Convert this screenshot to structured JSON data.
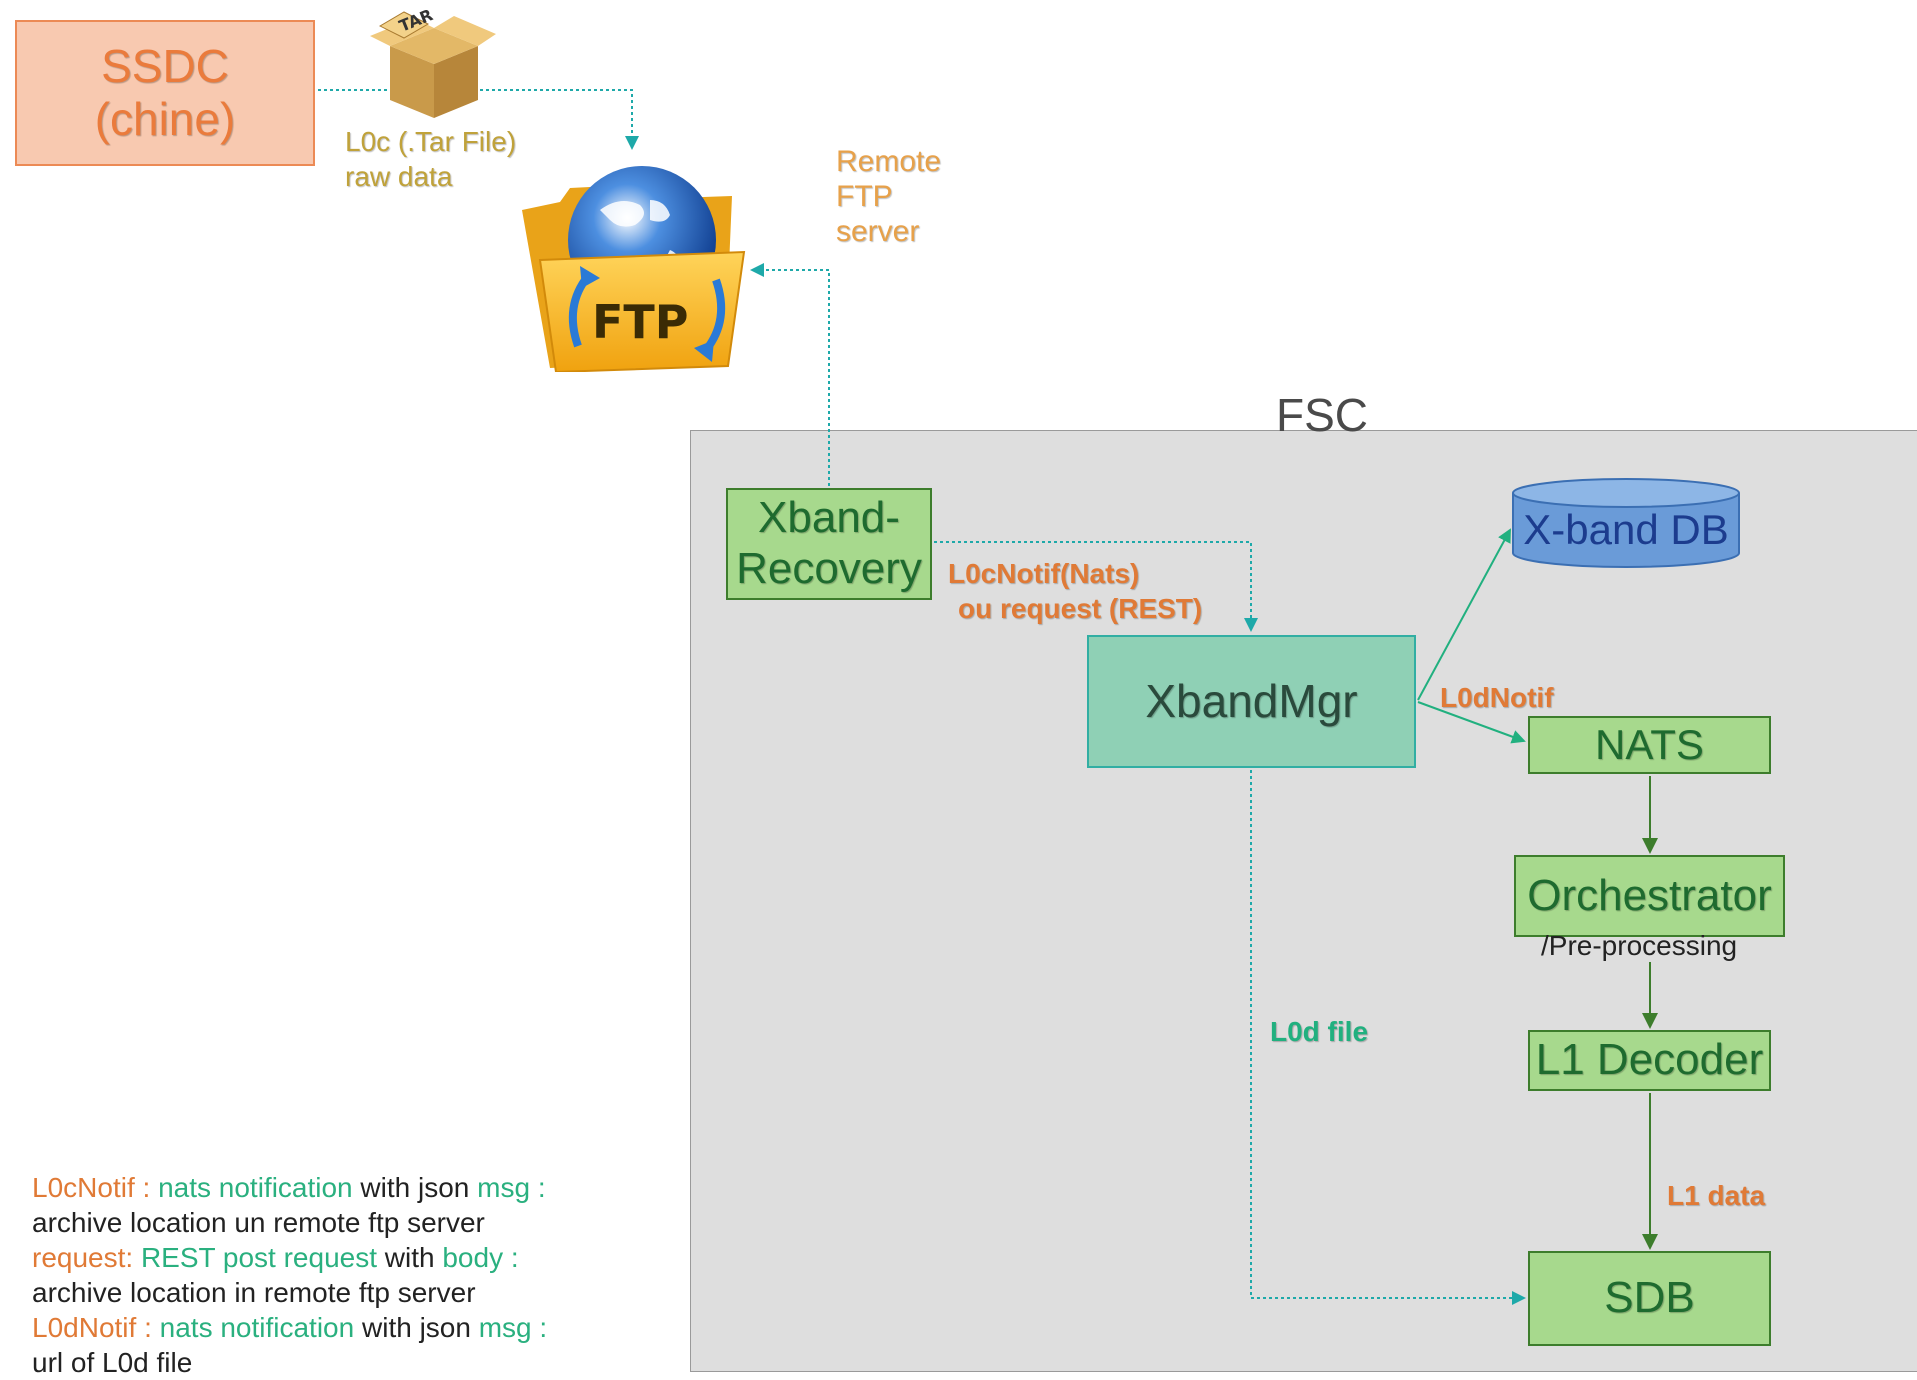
{
  "ssdc": {
    "line1": "SSDC",
    "line2": "(chine)"
  },
  "tar_icon": {
    "label": "TAR"
  },
  "l0c_label": {
    "line1": "L0c (.Tar File)",
    "line2": "raw data"
  },
  "ftp_icon": {
    "label": "FTP"
  },
  "remote_ftp_label": {
    "line1": "Remote",
    "line2": "FTP",
    "line3": "server"
  },
  "fsc": {
    "title": "FSC"
  },
  "nodes": {
    "xband_recovery": {
      "line1": "Xband-",
      "line2": "Recovery"
    },
    "xbandmgr": "XbandMgr",
    "xband_db": "X-band DB",
    "nats": "NATS",
    "orchestrator": "Orchestrator",
    "preprocessing": "/Pre-processing",
    "l1_decoder": "L1 Decoder",
    "sdb": "SDB"
  },
  "edge_labels": {
    "l0cnotif": {
      "line1": "L0cNotif(Nats)",
      "line2": "ou request (REST)"
    },
    "l0dnotif": "L0dNotif",
    "l0d_file": "L0d file",
    "l1_data": "L1 data"
  },
  "legend": [
    {
      "term": "L0cNotif :",
      "kind": "nats notification",
      "mid": " with json ",
      "field": "msg :",
      "desc": "archive location un remote ftp server"
    },
    {
      "term": "request:",
      "kind": "REST post request",
      "mid": " with ",
      "field": "body :",
      "desc": "archive location in remote ftp server"
    },
    {
      "term": "L0dNotif :",
      "kind": "nats notification",
      "mid": " with json ",
      "field": "msg :",
      "desc": "url of L0d file"
    }
  ],
  "colors": {
    "orange": "#e07a36",
    "green_box": "#a7d98d",
    "teal_box": "#8fd0b5",
    "db_blue": "#6a9bd8",
    "teal_connector": "#1ea9a9",
    "green_connector": "#3d7d2c"
  }
}
